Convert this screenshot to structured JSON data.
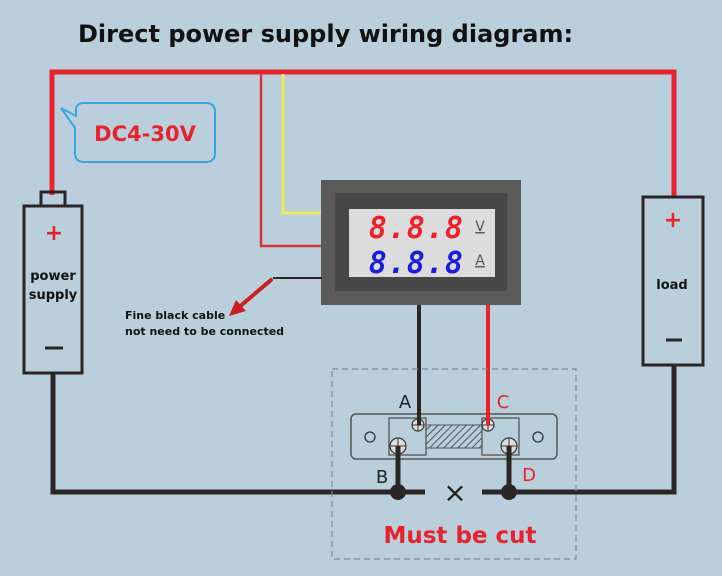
{
  "title": "Direct power supply wiring diagram:",
  "voltage_callout": "DC4-30V",
  "power_supply": {
    "label_line1": "power",
    "label_line2": "supply",
    "plus": "+",
    "minus": "−"
  },
  "load": {
    "label": "load",
    "plus": "+",
    "minus": "−"
  },
  "meter": {
    "voltage_display": "8.8.8",
    "current_display": "8.8.8",
    "voltage_unit": "V",
    "current_unit": "A"
  },
  "note": {
    "line1": "Fine black cable",
    "line2": "not need to be connected"
  },
  "shunt": {
    "terminal_a": "A",
    "terminal_b": "B",
    "terminal_c": "C",
    "terminal_d": "D"
  },
  "cut_mark": "×",
  "cut_label": "Must be cut",
  "colors": {
    "background": "#b9d0dc",
    "positive_wire": "#e8222d",
    "negative_wire": "#2b2626",
    "signal_wire": "#f5f03a",
    "callout_border": "#3aa3e0",
    "voltage_digits": "#f0202a",
    "current_digits": "#1a1ae6",
    "meter_bezel": "#5a5a5a"
  }
}
